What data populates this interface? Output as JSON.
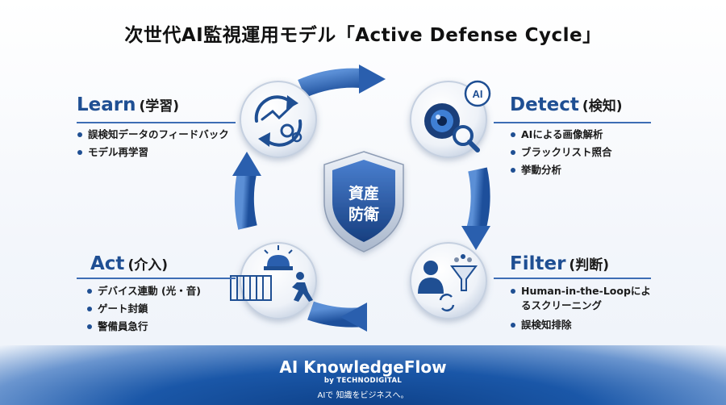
{
  "title": "次世代AI監視運用モデル「Active Defense Cycle」",
  "center": {
    "line1": "資産",
    "line2": "防衛"
  },
  "stages": {
    "learn": {
      "name": "Learn",
      "jp": "(学習)",
      "bullets": [
        "誤検知データのフィードバック",
        "モデル再学習"
      ]
    },
    "detect": {
      "name": "Detect",
      "jp": "(検知)",
      "bullets": [
        "AIによる画像解析",
        "ブラックリスト照合",
        "挙動分析"
      ]
    },
    "filter": {
      "name": "Filter",
      "jp": "(判断)",
      "bullets": [
        "Human-in-the-Loopによるスクリーニング",
        "誤検知排除"
      ]
    },
    "act": {
      "name": "Act",
      "jp": "(介入)",
      "bullets": [
        "デバイス連動 (光・音)",
        "ゲート封鎖",
        "警備員急行"
      ]
    }
  },
  "icon_badge": "AI",
  "footer": {
    "brand": "AI KnowledgeFlow",
    "by": "by TECHNODIGITAL",
    "tagline": "AIで 知識をビジネスへ。"
  },
  "colors": {
    "primary": "#1f4f93",
    "accent": "#3d6db5",
    "footer": "#1a57a8"
  }
}
